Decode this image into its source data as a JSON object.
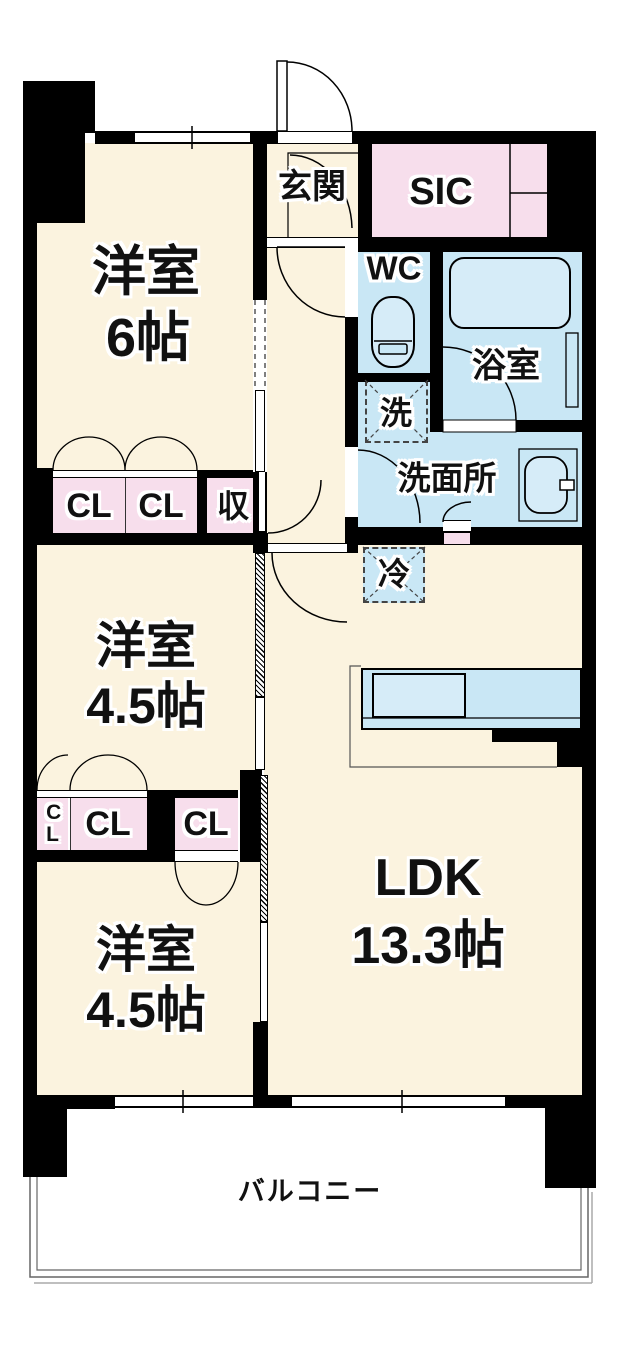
{
  "rooms": {
    "bedroom_6": {
      "name": "洋室",
      "size": "6帖"
    },
    "bedroom_45_mid": {
      "name": "洋室",
      "size": "4.5帖"
    },
    "bedroom_45_btm": {
      "name": "洋室",
      "size": "4.5帖"
    },
    "ldk": {
      "name": "LDK",
      "size": "13.3帖"
    },
    "entrance": {
      "label": "玄関"
    },
    "sic": {
      "label": "SIC"
    },
    "wc": {
      "label": "WC"
    },
    "bathroom": {
      "label": "浴室"
    },
    "washroom": {
      "label": "洗面所"
    },
    "balcony": {
      "label": "バルコニー"
    }
  },
  "fixtures": {
    "washer": {
      "label": "洗"
    },
    "fridge": {
      "label": "冷"
    },
    "closet_mid_left": {
      "label": "CL"
    },
    "closet_mid_right": {
      "label": "CL"
    },
    "storage": {
      "label": "収"
    },
    "closet_btm_narrow": {
      "label": "CL"
    },
    "closet_btm_mid": {
      "label": "CL"
    },
    "closet_btm_right": {
      "label": "CL"
    }
  },
  "colors": {
    "wall": "#000000",
    "room_fill": "#FBF3DF",
    "closet_fill": "#F7DEEC",
    "wet_fill": "#C9E7F5",
    "fixture_fill": "#D6ECF8",
    "balcony_line": "#666666"
  }
}
